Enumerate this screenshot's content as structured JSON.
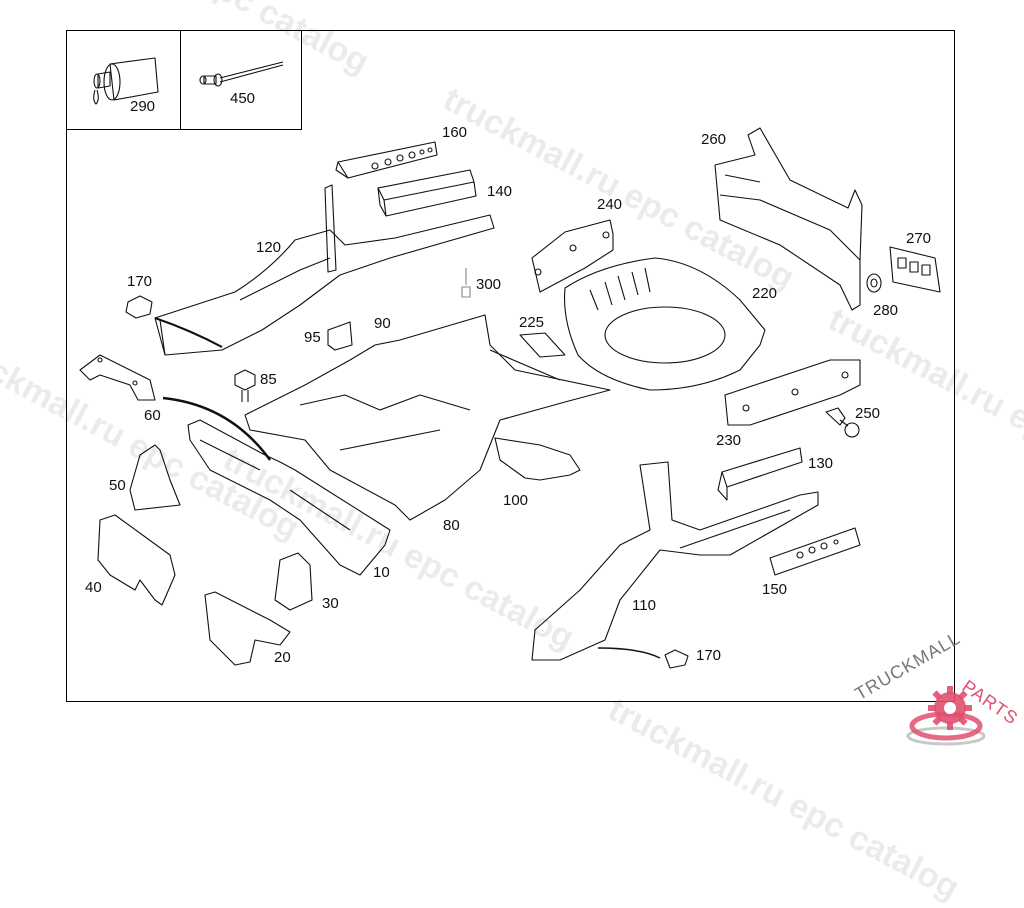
{
  "diagram": {
    "inset_parts": [
      {
        "number": "290",
        "part": "sealant-tube"
      },
      {
        "number": "450",
        "part": "blind-rivet"
      }
    ],
    "callouts": [
      {
        "id": "160",
        "text": "160"
      },
      {
        "id": "140",
        "text": "140"
      },
      {
        "id": "120",
        "text": "120"
      },
      {
        "id": "170a",
        "text": "170"
      },
      {
        "id": "300",
        "text": "300"
      },
      {
        "id": "240",
        "text": "240"
      },
      {
        "id": "260",
        "text": "260"
      },
      {
        "id": "270",
        "text": "270"
      },
      {
        "id": "280",
        "text": "280"
      },
      {
        "id": "220",
        "text": "220"
      },
      {
        "id": "225",
        "text": "225"
      },
      {
        "id": "95",
        "text": "95"
      },
      {
        "id": "90",
        "text": "90"
      },
      {
        "id": "85",
        "text": "85"
      },
      {
        "id": "60",
        "text": "60"
      },
      {
        "id": "250",
        "text": "250"
      },
      {
        "id": "230",
        "text": "230"
      },
      {
        "id": "130",
        "text": "130"
      },
      {
        "id": "50",
        "text": "50"
      },
      {
        "id": "100",
        "text": "100"
      },
      {
        "id": "80",
        "text": "80"
      },
      {
        "id": "150",
        "text": "150"
      },
      {
        "id": "40",
        "text": "40"
      },
      {
        "id": "10",
        "text": "10"
      },
      {
        "id": "30",
        "text": "30"
      },
      {
        "id": "110",
        "text": "110"
      },
      {
        "id": "20",
        "text": "20"
      },
      {
        "id": "170b",
        "text": "170"
      }
    ]
  },
  "watermarks": {
    "text_catalog": "epc catalog",
    "text_full": "truckmall.ru epc catalog"
  },
  "logo": {
    "brand_part1": "TRUCKMALL",
    "brand_part2": "PARTS",
    "accent_color": "#e0506e",
    "dark_color": "#555555"
  }
}
